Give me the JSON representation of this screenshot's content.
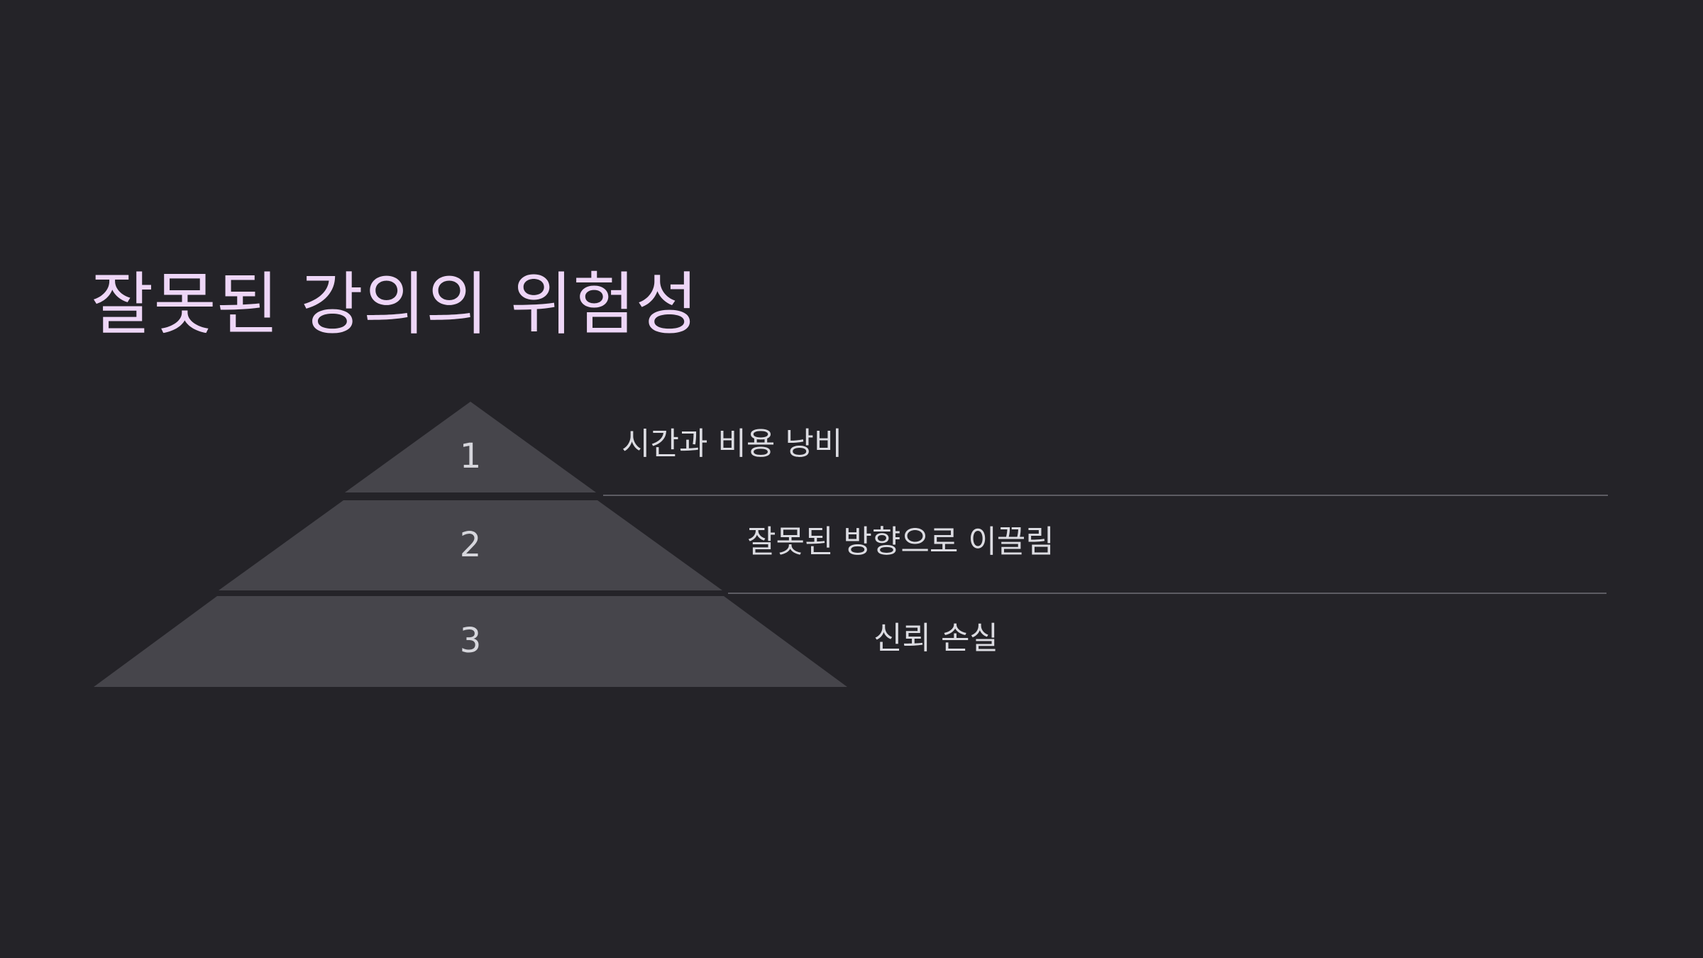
{
  "title": "잘못된 강의의 위험성",
  "levels": [
    {
      "number": "1",
      "label": "시간과 비용 낭비"
    },
    {
      "number": "2",
      "label": "잘못된 방향으로 이끌림"
    },
    {
      "number": "3",
      "label": "신뢰 손실"
    }
  ],
  "colors": {
    "background": "#242328",
    "title": "#eed6f7",
    "tier_fill": "#46454b",
    "divider": "#5d5c63",
    "text": "#dcdce2"
  }
}
